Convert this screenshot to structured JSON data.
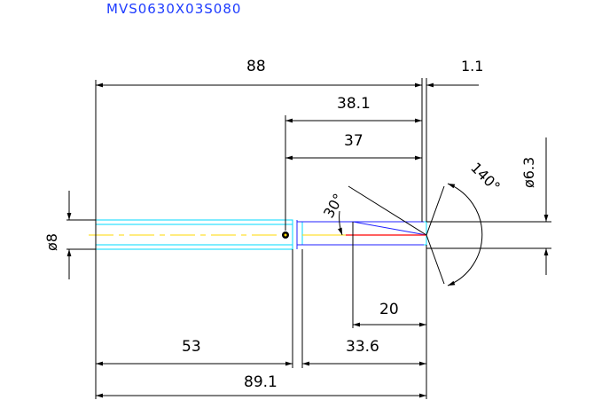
{
  "drawing": {
    "title": "MVS0630X03S080",
    "colors": {
      "background": "#ffffff",
      "dimension": "#000000",
      "body_outline": "#00d8ff",
      "center_line": "#ffd800",
      "red_line": "#ff0000",
      "blue_line": "#2020ff",
      "title": "#1e3cff"
    },
    "dimensions": {
      "overall_length": "88",
      "tip_offset": "1.1",
      "flute_length_a": "38.1",
      "flute_length_b": "37",
      "shank_diameter": "ø8",
      "tip_diameter": "ø6.3",
      "point_angle": "140°",
      "chamfer_angle": "30°",
      "step_length": "20",
      "body_length": "33.6",
      "shank_length": "53",
      "total_length": "89.1"
    }
  }
}
